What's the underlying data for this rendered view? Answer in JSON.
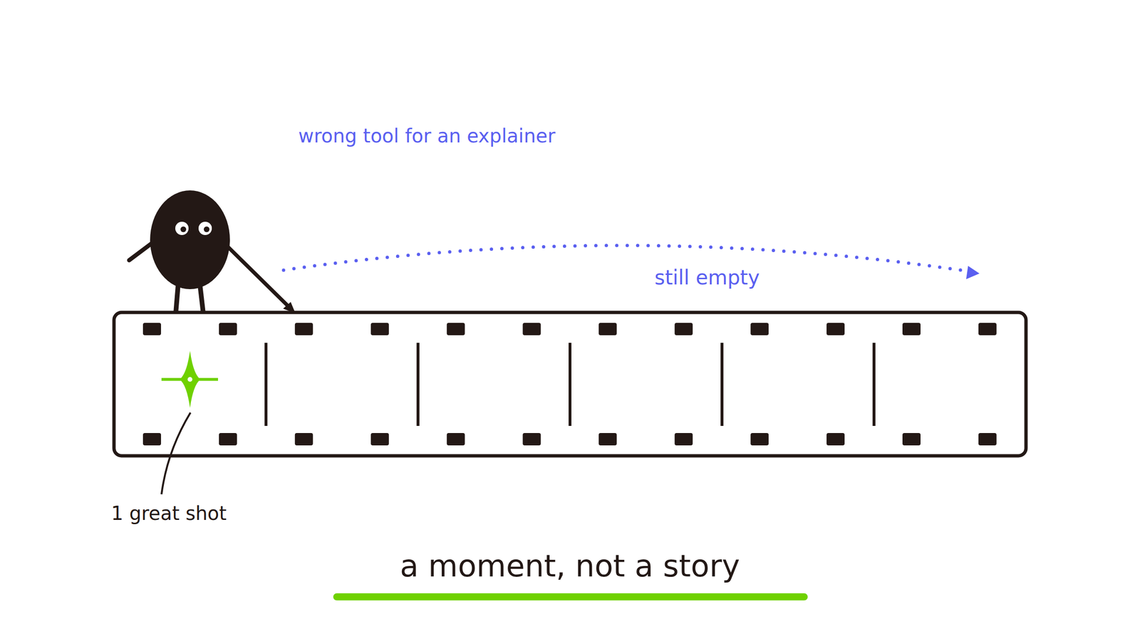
{
  "diagram": {
    "caption": "a moment, not a story",
    "labels": [
      "wrong tool for an explainer",
      "still empty",
      "1 great shot"
    ]
  }
}
